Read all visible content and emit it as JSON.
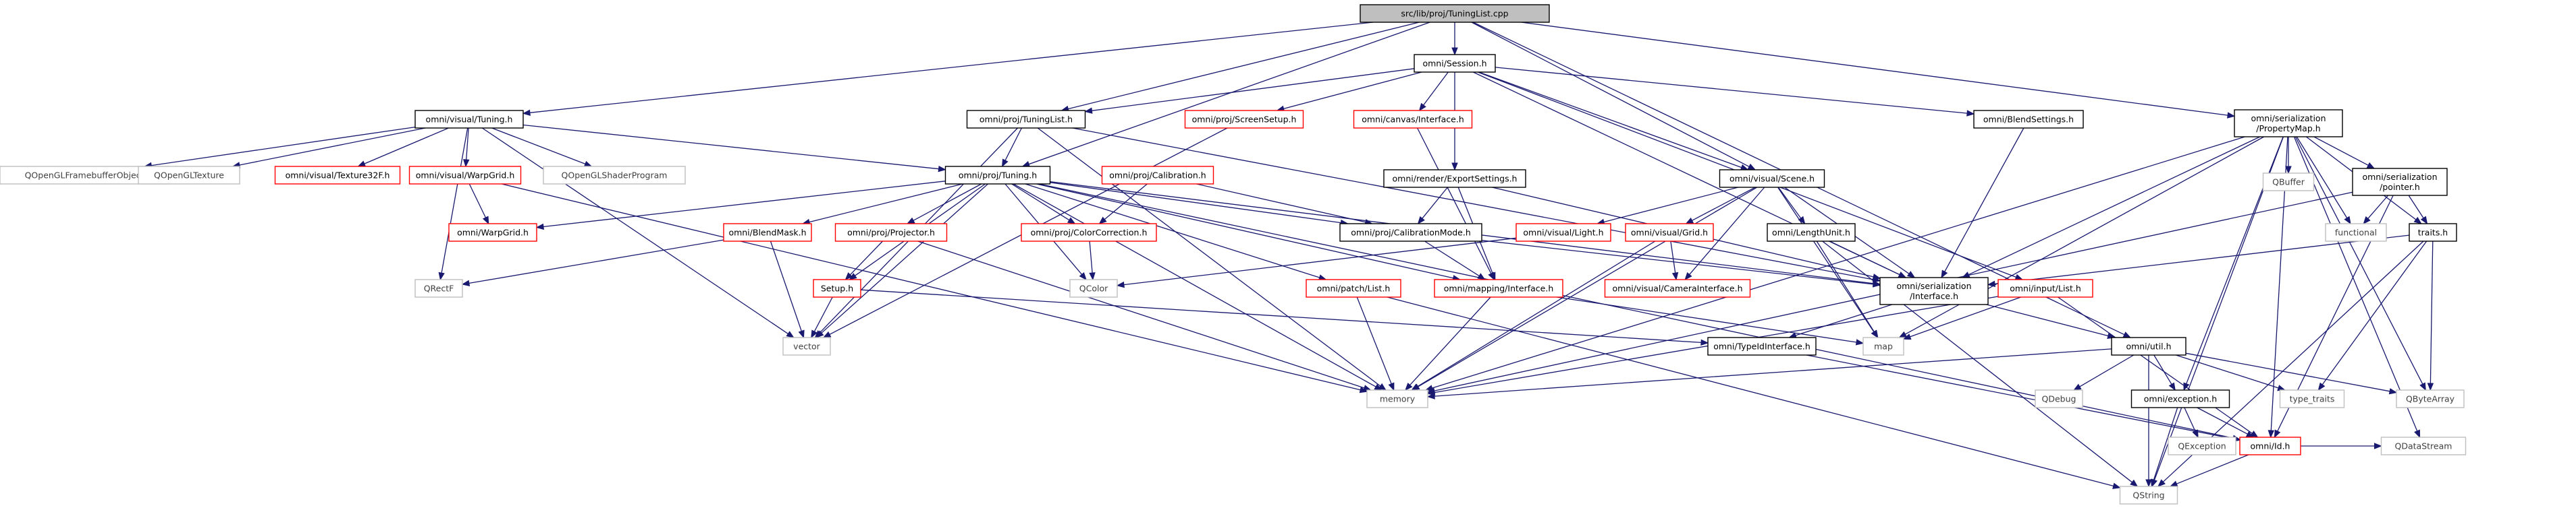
{
  "diagram": {
    "nodes": [
      {
        "id": "root",
        "kind": "root",
        "lines": [
          "src/lib/proj/TuningList.cpp"
        ]
      },
      {
        "id": "session",
        "kind": "local",
        "lines": [
          "omni/Session.h"
        ]
      },
      {
        "id": "tuningVis",
        "kind": "local",
        "lines": [
          "omni/visual/Tuning.h"
        ]
      },
      {
        "id": "tuningList",
        "kind": "local",
        "lines": [
          "omni/proj/TuningList.h"
        ]
      },
      {
        "id": "screenSetup",
        "kind": "red",
        "lines": [
          "omni/proj/ScreenSetup.h"
        ]
      },
      {
        "id": "canvasIf",
        "kind": "red",
        "lines": [
          "omni/canvas/Interface.h"
        ]
      },
      {
        "id": "blendSettings",
        "kind": "local",
        "lines": [
          "omni/BlendSettings.h"
        ]
      },
      {
        "id": "propMap",
        "kind": "local",
        "lines": [
          "omni/serialization",
          "/PropertyMap.h"
        ]
      },
      {
        "id": "qfbo",
        "kind": "sys",
        "lines": [
          "QOpenGLFramebufferObject"
        ]
      },
      {
        "id": "qtex",
        "kind": "sys",
        "lines": [
          "QOpenGLTexture"
        ]
      },
      {
        "id": "tex32",
        "kind": "red",
        "lines": [
          "omni/visual/Texture32F.h"
        ]
      },
      {
        "id": "warpGridVis",
        "kind": "red",
        "lines": [
          "omni/visual/WarpGrid.h"
        ]
      },
      {
        "id": "qshader",
        "kind": "sys",
        "lines": [
          "QOpenGLShaderProgram"
        ]
      },
      {
        "id": "projTuning",
        "kind": "local",
        "lines": [
          "omni/proj/Tuning.h"
        ]
      },
      {
        "id": "calibration",
        "kind": "red",
        "lines": [
          "omni/proj/Calibration.h"
        ]
      },
      {
        "id": "exportSettings",
        "kind": "local",
        "lines": [
          "omni/render/ExportSettings.h"
        ]
      },
      {
        "id": "scene",
        "kind": "local",
        "lines": [
          "omni/visual/Scene.h"
        ]
      },
      {
        "id": "qbuffer",
        "kind": "sys",
        "lines": [
          "QBuffer"
        ]
      },
      {
        "id": "serPointer",
        "kind": "local",
        "lines": [
          "omni/serialization",
          "/pointer.h"
        ]
      },
      {
        "id": "warpGrid",
        "kind": "red",
        "lines": [
          "omni/WarpGrid.h"
        ]
      },
      {
        "id": "blendMask",
        "kind": "red",
        "lines": [
          "omni/BlendMask.h"
        ]
      },
      {
        "id": "projector",
        "kind": "red",
        "lines": [
          "omni/proj/Projector.h"
        ]
      },
      {
        "id": "colorCorr",
        "kind": "red",
        "lines": [
          "omni/proj/ColorCorrection.h"
        ]
      },
      {
        "id": "calibMode",
        "kind": "local",
        "lines": [
          "omni/proj/CalibrationMode.h"
        ]
      },
      {
        "id": "visLight",
        "kind": "red",
        "lines": [
          "omni/visual/Light.h"
        ]
      },
      {
        "id": "visGrid",
        "kind": "red",
        "lines": [
          "omni/visual/Grid.h"
        ]
      },
      {
        "id": "lengthUnit",
        "kind": "local",
        "lines": [
          "omni/LengthUnit.h"
        ]
      },
      {
        "id": "functional",
        "kind": "sys",
        "lines": [
          "functional"
        ]
      },
      {
        "id": "traits",
        "kind": "local",
        "lines": [
          "traits.h"
        ]
      },
      {
        "id": "qrectf",
        "kind": "sys",
        "lines": [
          "QRectF"
        ]
      },
      {
        "id": "qcolor",
        "kind": "sys",
        "lines": [
          "QColor"
        ]
      },
      {
        "id": "serIf",
        "kind": "local",
        "lines": [
          "omni/serialization",
          "/Interface.h"
        ]
      },
      {
        "id": "setup",
        "kind": "red",
        "lines": [
          "Setup.h"
        ]
      },
      {
        "id": "patchList",
        "kind": "red",
        "lines": [
          "omni/patch/List.h"
        ]
      },
      {
        "id": "mappingIf",
        "kind": "red",
        "lines": [
          "omni/mapping/Interface.h"
        ]
      },
      {
        "id": "cameraIf",
        "kind": "red",
        "lines": [
          "omni/visual/CameraInterface.h"
        ]
      },
      {
        "id": "inputList",
        "kind": "red",
        "lines": [
          "omni/input/List.h"
        ]
      },
      {
        "id": "vector",
        "kind": "sys",
        "lines": [
          "vector"
        ]
      },
      {
        "id": "typedIdIf",
        "kind": "local",
        "lines": [
          "omni/TypeIdInterface.h"
        ]
      },
      {
        "id": "map",
        "kind": "sys",
        "lines": [
          "map"
        ]
      },
      {
        "id": "util",
        "kind": "local",
        "lines": [
          "omni/util.h"
        ]
      },
      {
        "id": "qdebug",
        "kind": "sys",
        "lines": [
          "QDebug"
        ]
      },
      {
        "id": "exception",
        "kind": "local",
        "lines": [
          "omni/exception.h"
        ]
      },
      {
        "id": "typeTraits",
        "kind": "sys",
        "lines": [
          "type_traits"
        ]
      },
      {
        "id": "qbytearray",
        "kind": "sys",
        "lines": [
          "QByteArray"
        ]
      },
      {
        "id": "memory",
        "kind": "sys",
        "lines": [
          "memory"
        ]
      },
      {
        "id": "qexception",
        "kind": "sys",
        "lines": [
          "QException"
        ]
      },
      {
        "id": "idH",
        "kind": "red",
        "lines": [
          "omni/Id.h"
        ]
      },
      {
        "id": "qdatastream",
        "kind": "sys",
        "lines": [
          "QDataStream"
        ]
      },
      {
        "id": "qstring",
        "kind": "sys",
        "lines": [
          "QString"
        ]
      }
    ],
    "edges": [
      [
        "root",
        "session"
      ],
      [
        "root",
        "tuningVis"
      ],
      [
        "root",
        "tuningList"
      ],
      [
        "root",
        "projTuning"
      ],
      [
        "root",
        "propMap"
      ],
      [
        "root",
        "scene"
      ],
      [
        "root",
        "util"
      ],
      [
        "session",
        "tuningList"
      ],
      [
        "session",
        "screenSetup"
      ],
      [
        "session",
        "canvasIf"
      ],
      [
        "session",
        "blendSettings"
      ],
      [
        "session",
        "exportSettings"
      ],
      [
        "session",
        "scene"
      ],
      [
        "session",
        "inputList"
      ],
      [
        "session",
        "serIf"
      ],
      [
        "tuningVis",
        "qfbo"
      ],
      [
        "tuningVis",
        "qtex"
      ],
      [
        "tuningVis",
        "tex32"
      ],
      [
        "tuningVis",
        "warpGridVis"
      ],
      [
        "tuningVis",
        "qshader"
      ],
      [
        "tuningVis",
        "projTuning"
      ],
      [
        "tuningVis",
        "qrectf"
      ],
      [
        "tuningVis",
        "vector"
      ],
      [
        "tuningList",
        "projTuning"
      ],
      [
        "tuningList",
        "vector"
      ],
      [
        "tuningList",
        "memory"
      ],
      [
        "tuningList",
        "serIf"
      ],
      [
        "screenSetup",
        "vector"
      ],
      [
        "canvasIf",
        "mappingIf"
      ],
      [
        "blendSettings",
        "serIf"
      ],
      [
        "propMap",
        "qbuffer"
      ],
      [
        "propMap",
        "serPointer"
      ],
      [
        "propMap",
        "functional"
      ],
      [
        "propMap",
        "traits"
      ],
      [
        "propMap",
        "qbytearray"
      ],
      [
        "propMap",
        "qstring"
      ],
      [
        "propMap",
        "qdatastream"
      ],
      [
        "propMap",
        "idH"
      ],
      [
        "propMap",
        "exception"
      ],
      [
        "propMap",
        "serIf"
      ],
      [
        "propMap",
        "map"
      ],
      [
        "propMap",
        "memory"
      ],
      [
        "warpGridVis",
        "warpGrid"
      ],
      [
        "warpGridVis",
        "memory"
      ],
      [
        "projTuning",
        "warpGrid"
      ],
      [
        "projTuning",
        "blendMask"
      ],
      [
        "projTuning",
        "projector"
      ],
      [
        "projTuning",
        "colorCorr"
      ],
      [
        "projTuning",
        "calibMode"
      ],
      [
        "projTuning",
        "qcolor"
      ],
      [
        "projTuning",
        "setup"
      ],
      [
        "projTuning",
        "patchList"
      ],
      [
        "projTuning",
        "mappingIf"
      ],
      [
        "projTuning",
        "serIf"
      ],
      [
        "projTuning",
        "memory"
      ],
      [
        "projTuning",
        "vector"
      ],
      [
        "projTuning",
        "idH"
      ],
      [
        "calibration",
        "colorCorr"
      ],
      [
        "calibration",
        "calibMode"
      ],
      [
        "exportSettings",
        "calibMode"
      ],
      [
        "exportSettings",
        "mappingIf"
      ],
      [
        "exportSettings",
        "serIf"
      ],
      [
        "scene",
        "visLight"
      ],
      [
        "scene",
        "visGrid"
      ],
      [
        "scene",
        "lengthUnit"
      ],
      [
        "scene",
        "cameraIf"
      ],
      [
        "scene",
        "serIf"
      ],
      [
        "scene",
        "map"
      ],
      [
        "scene",
        "memory"
      ],
      [
        "serPointer",
        "functional"
      ],
      [
        "serPointer",
        "traits"
      ],
      [
        "serPointer",
        "memory"
      ],
      [
        "serPointer",
        "idH"
      ],
      [
        "blendMask",
        "qrectf"
      ],
      [
        "blendMask",
        "vector"
      ],
      [
        "projector",
        "setup"
      ],
      [
        "projector",
        "memory"
      ],
      [
        "colorCorr",
        "qcolor"
      ],
      [
        "calibMode",
        "mappingIf"
      ],
      [
        "calibMode",
        "serIf"
      ],
      [
        "visLight",
        "qcolor"
      ],
      [
        "visGrid",
        "cameraIf"
      ],
      [
        "visGrid",
        "memory"
      ],
      [
        "lengthUnit",
        "serIf"
      ],
      [
        "lengthUnit",
        "map"
      ],
      [
        "lengthUnit",
        "qstring"
      ],
      [
        "traits",
        "serIf"
      ],
      [
        "traits",
        "typeTraits"
      ],
      [
        "traits",
        "qbytearray"
      ],
      [
        "traits",
        "qstring"
      ],
      [
        "serIf",
        "typedIdIf"
      ],
      [
        "serIf",
        "util"
      ],
      [
        "setup",
        "vector"
      ],
      [
        "setup",
        "typedIdIf"
      ],
      [
        "patchList",
        "memory"
      ],
      [
        "patchList",
        "qstring"
      ],
      [
        "mappingIf",
        "map"
      ],
      [
        "mappingIf",
        "memory"
      ],
      [
        "inputList",
        "map"
      ],
      [
        "inputList",
        "memory"
      ],
      [
        "inputList",
        "idH"
      ],
      [
        "typedIdIf",
        "idH"
      ],
      [
        "util",
        "qdebug"
      ],
      [
        "util",
        "exception"
      ],
      [
        "util",
        "typeTraits"
      ],
      [
        "util",
        "qbytearray"
      ],
      [
        "util",
        "memory"
      ],
      [
        "util",
        "qstring"
      ],
      [
        "exception",
        "qexception"
      ],
      [
        "exception",
        "idH"
      ],
      [
        "exception",
        "qstring"
      ],
      [
        "idH",
        "qstring"
      ],
      [
        "idH",
        "qdatastream"
      ]
    ]
  }
}
